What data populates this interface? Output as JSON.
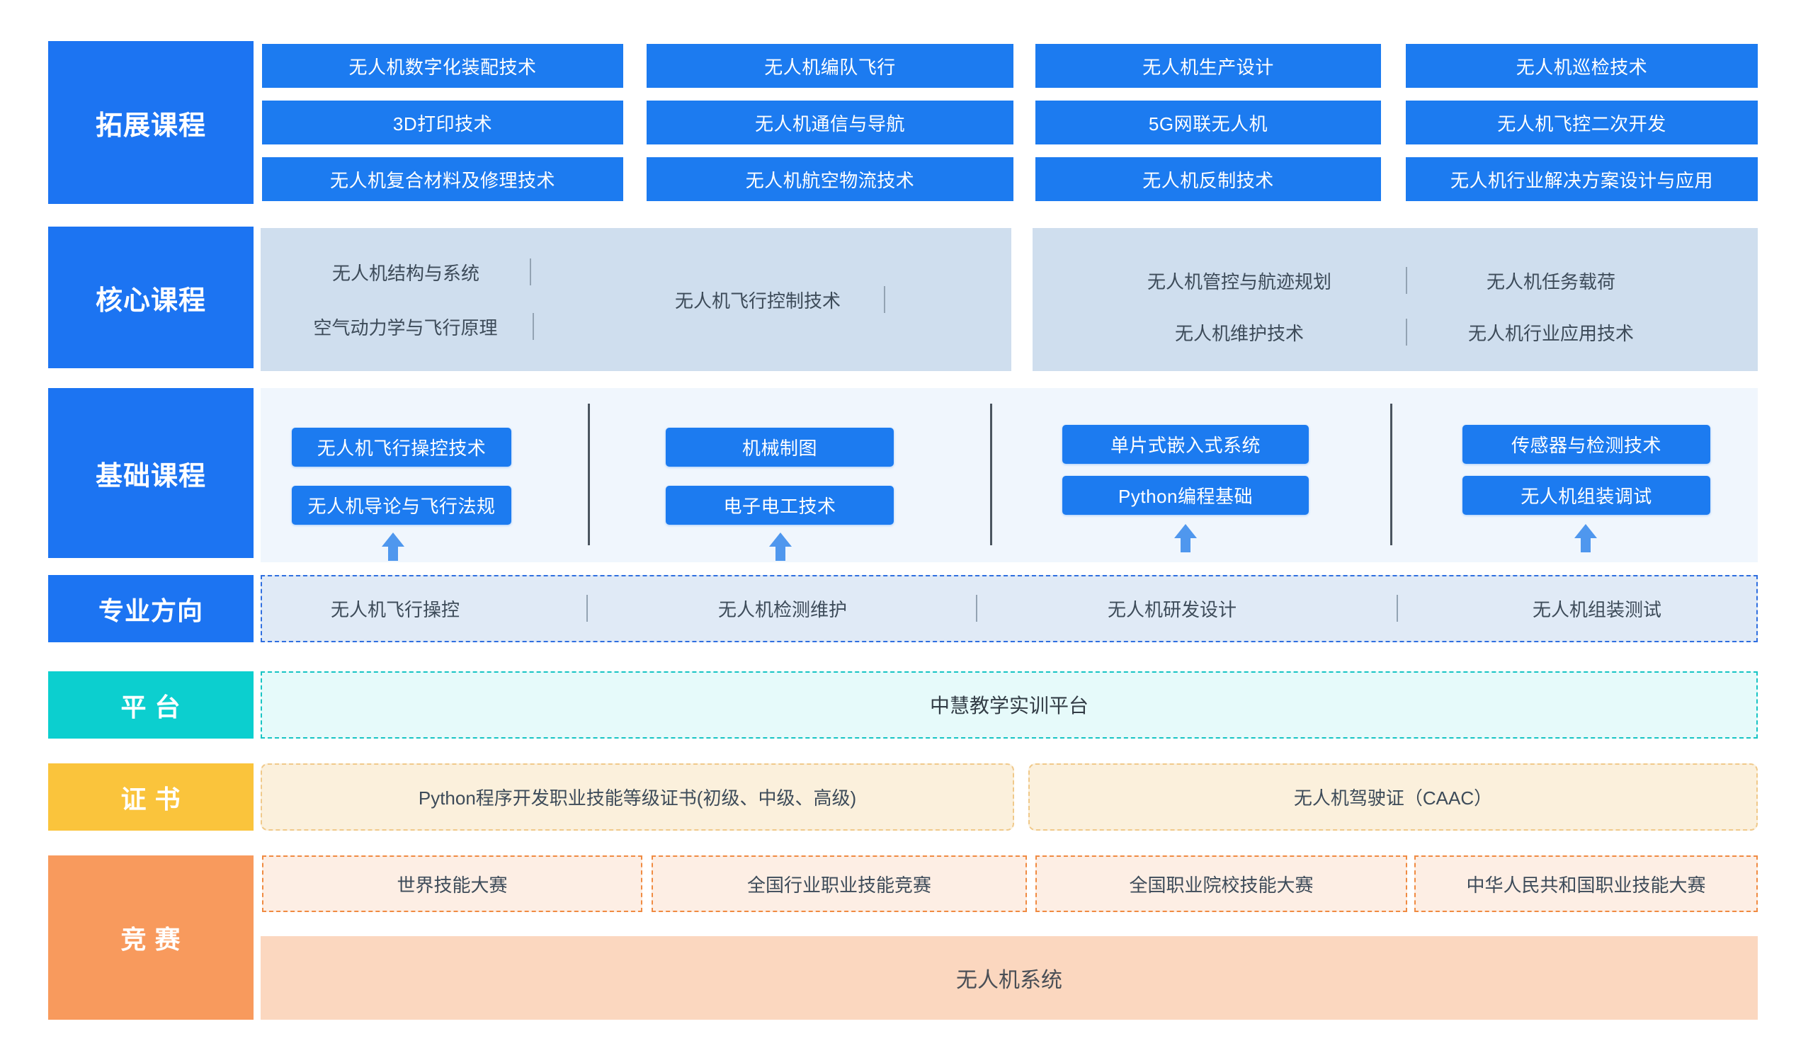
{
  "rows": {
    "extended": {
      "label": "拓展课程",
      "columns": [
        [
          "无人机数字化装配技术",
          "3D打印技术",
          "无人机复合材料及修理技术"
        ],
        [
          "无人机编队飞行",
          "无人机通信与导航",
          "无人机航空物流技术"
        ],
        [
          "无人机生产设计",
          "5G网联无人机",
          "无人机反制技术"
        ],
        [
          "无人机巡检技术",
          "无人机飞控二次开发",
          "无人机行业解决方案设计与应用"
        ]
      ]
    },
    "core": {
      "label": "核心课程",
      "left_panel": [
        "无人机结构与系统",
        "空气动力学与飞行原理",
        "无人机飞行控制技术"
      ],
      "right_panel": [
        "无人机管控与航迹规划",
        "无人机任务载荷",
        "无人机维护技术",
        "无人机行业应用技术"
      ]
    },
    "basic": {
      "label": "基础课程",
      "groups": [
        [
          "无人机飞行操控技术",
          "无人机导论与飞行法规"
        ],
        [
          "机械制图",
          "电子电工技术"
        ],
        [
          "单片式嵌入式系统",
          "Python编程基础"
        ],
        [
          "传感器与检测技术",
          "无人机组装调试"
        ]
      ]
    },
    "direction": {
      "label": "专业方向",
      "items": [
        "无人机飞行操控",
        "无人机检测维护",
        "无人机研发设计",
        "无人机组装测试"
      ]
    },
    "platform": {
      "label": "平 台",
      "text": "中慧教学实训平台"
    },
    "certificate": {
      "label": "证 书",
      "items": [
        "Python程序开发职业技能等级证书(初级、中级、高级)",
        "无人机驾驶证（CAAC）"
      ]
    },
    "competition": {
      "label": "竞 赛",
      "items": [
        "世界技能大赛",
        "全国行业职业技能竞赛",
        "全国职业院校技能大赛",
        "中华人民共和国职业技能大赛"
      ],
      "footer": "无人机系统"
    }
  },
  "colors": {
    "label_blue": "#1c74f2",
    "label_teal": "#0ccfcf",
    "label_yellow": "#fac43c",
    "label_orange": "#f89a5d",
    "chip_blue": "#1c7bf0",
    "panel_core": "#cfdeee",
    "panel_basic": "#f0f6fd",
    "panel_direction": "#e0eaf6",
    "panel_platform": "#e6fafa",
    "panel_certificate": "#fbf0dc",
    "panel_competition": "#fdeee4",
    "panel_competition_bar": "#fbd7bf"
  }
}
